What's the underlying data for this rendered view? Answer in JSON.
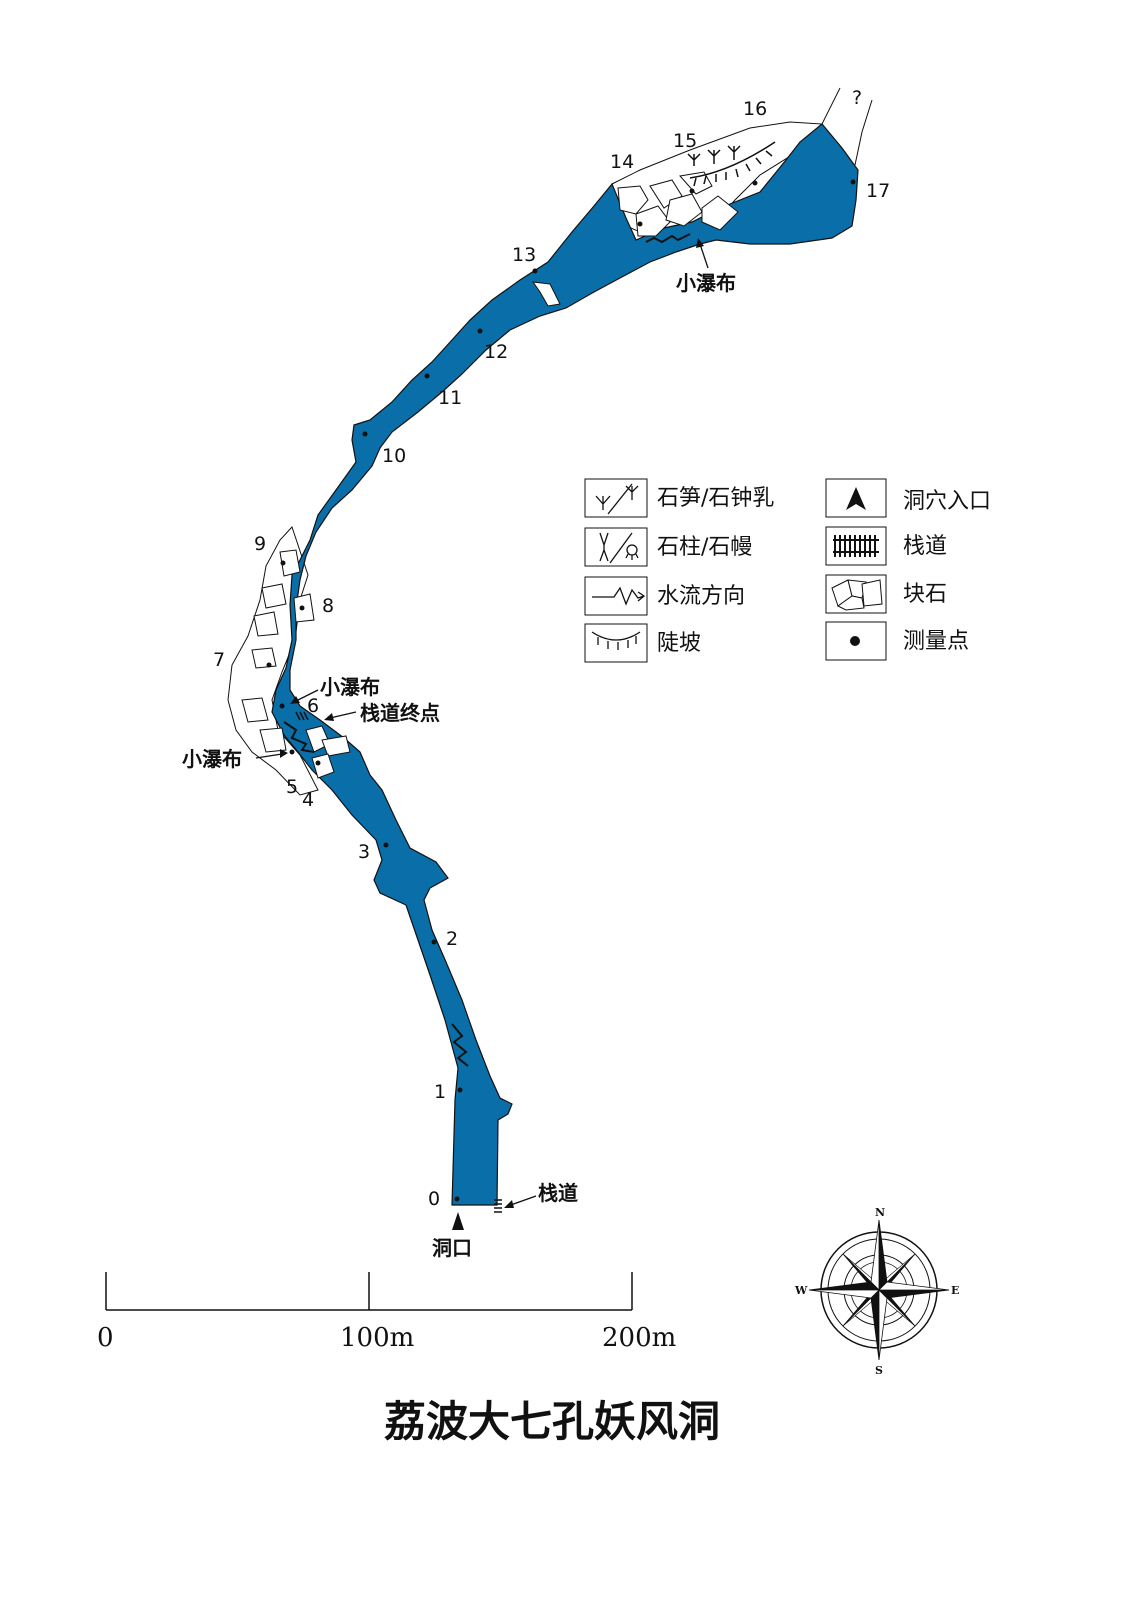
{
  "title": "荔波大七孔妖风洞",
  "colors": {
    "water": "#0a6fa8",
    "line": "#111111",
    "paper": "#ffffff"
  },
  "stations": [
    {
      "id": "0",
      "label": "0"
    },
    {
      "id": "1",
      "label": "1"
    },
    {
      "id": "2",
      "label": "2"
    },
    {
      "id": "3",
      "label": "3"
    },
    {
      "id": "4",
      "label": "4"
    },
    {
      "id": "5",
      "label": "5"
    },
    {
      "id": "6",
      "label": "6"
    },
    {
      "id": "7",
      "label": "7"
    },
    {
      "id": "8",
      "label": "8"
    },
    {
      "id": "9",
      "label": "9"
    },
    {
      "id": "10",
      "label": "10"
    },
    {
      "id": "11",
      "label": "11"
    },
    {
      "id": "12",
      "label": "12"
    },
    {
      "id": "13",
      "label": "13"
    },
    {
      "id": "14",
      "label": "14"
    },
    {
      "id": "15",
      "label": "15"
    },
    {
      "id": "16",
      "label": "16"
    },
    {
      "id": "17",
      "label": "17"
    },
    {
      "id": "q",
      "label": "?"
    }
  ],
  "annotations": {
    "entrance": "洞口",
    "walkway": "栈道",
    "walkway_end": "栈道终点",
    "waterfall_1": "小瀑布",
    "waterfall_2": "小瀑布",
    "waterfall_3": "小瀑布"
  },
  "legend": [
    {
      "icon": "stalagmite-stalactite-icon",
      "label": "石笋/石钟乳"
    },
    {
      "icon": "column-curtain-icon",
      "label": "石柱/石幔"
    },
    {
      "icon": "flow-direction-icon",
      "label": "水流方向"
    },
    {
      "icon": "steep-slope-icon",
      "label": "陡坡"
    },
    {
      "icon": "cave-entrance-icon",
      "label": "洞穴入口"
    },
    {
      "icon": "walkway-icon",
      "label": "栈道"
    },
    {
      "icon": "boulder-icon",
      "label": "块石"
    },
    {
      "icon": "survey-point-icon",
      "label": "测量点"
    }
  ],
  "scale": {
    "labels": [
      "0",
      "100m",
      "200m"
    ]
  },
  "compass": {
    "n": "N",
    "e": "E",
    "s": "S",
    "w": "W"
  }
}
